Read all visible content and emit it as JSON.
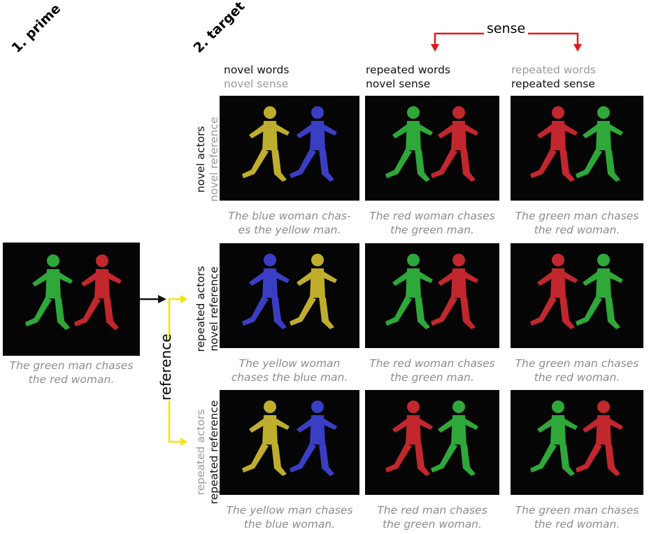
{
  "headings": {
    "prime": "1. prime",
    "target": "2. target"
  },
  "sense_label": "sense",
  "reference_label": "reference",
  "colors": {
    "green": "#2fa83a",
    "red": "#c2272d",
    "yellow": "#bfae2e",
    "blue": "#3a3ec4",
    "arrow_red": "#e1191e",
    "arrow_yellow": "#f2e600",
    "caption_grey": "#8c8c8c"
  },
  "columns": [
    {
      "line1": "novel words",
      "line2": "novel sense",
      "line1_tone": "dark",
      "line2_tone": "grey"
    },
    {
      "line1": "repeated words",
      "line2": "novel sense",
      "line1_tone": "dark",
      "line2_tone": "dark"
    },
    {
      "line1": "repeated words",
      "line2": "repeated sense",
      "line1_tone": "grey",
      "line2_tone": "dark"
    }
  ],
  "rows": [
    {
      "line1": "novel actors",
      "line2": "novel reference",
      "line1_tone": "dark",
      "line2_tone": "grey"
    },
    {
      "line1": "repeated actors",
      "line2": "novel reference",
      "line1_tone": "dark",
      "line2_tone": "dark"
    },
    {
      "line1": "repeated actors",
      "line2": "repeated reference",
      "line1_tone": "grey",
      "line2_tone": "dark"
    }
  ],
  "prime": {
    "caption_line1": "The green man chases",
    "caption_line2": "the red woman.",
    "figures": {
      "left": "green",
      "right": "red"
    }
  },
  "cells": [
    [
      {
        "caption_line1": "The blue woman chas-",
        "caption_line2": "es the yellow man.",
        "figures": {
          "left": "yellow",
          "right": "blue"
        }
      },
      {
        "caption_line1": "The red woman chases",
        "caption_line2": "the green man.",
        "figures": {
          "left": "green",
          "right": "red"
        }
      },
      {
        "caption_line1": "The green man chases",
        "caption_line2": "the red woman.",
        "figures": {
          "left": "red",
          "right": "green"
        }
      }
    ],
    [
      {
        "caption_line1": "The yellow woman",
        "caption_line2": "chases the blue man.",
        "figures": {
          "left": "blue",
          "right": "yellow"
        }
      },
      {
        "caption_line1": "The red woman chases",
        "caption_line2": "the green man.",
        "figures": {
          "left": "green",
          "right": "red"
        }
      },
      {
        "caption_line1": "The green man chases",
        "caption_line2": "the red woman.",
        "figures": {
          "left": "red",
          "right": "green"
        }
      }
    ],
    [
      {
        "caption_line1": "The yellow man chases",
        "caption_line2": "the blue woman.",
        "figures": {
          "left": "yellow",
          "right": "blue"
        }
      },
      {
        "caption_line1": "The red man chases",
        "caption_line2": "the green woman.",
        "figures": {
          "left": "red",
          "right": "green"
        }
      },
      {
        "caption_line1": "The green man chases",
        "caption_line2": "the red woman.",
        "figures": {
          "left": "green",
          "right": "red"
        }
      }
    ]
  ]
}
